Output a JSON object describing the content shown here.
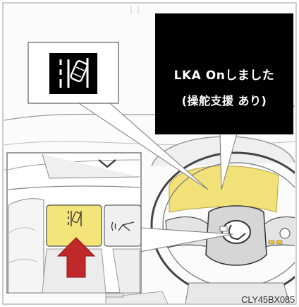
{
  "illustration": {
    "message": {
      "line1": "LKA Onしました",
      "line2": "(操舵支援 あり)"
    },
    "figure_code": "CLY45BX085",
    "icons": {
      "lane_departure": "lane-departure-alert-icon",
      "steering_switch": "lane-departure-alert-icon",
      "cruise_switch": "radar-cruise-control-icon",
      "pointer_arrow": "red-arrow-icon",
      "collapse": "chevron-down-icon"
    },
    "colors": {
      "message_background": "#000000",
      "highlight": "#f0e070",
      "arrow": "#c0282a",
      "switch_panel": "#f4e57a"
    }
  }
}
